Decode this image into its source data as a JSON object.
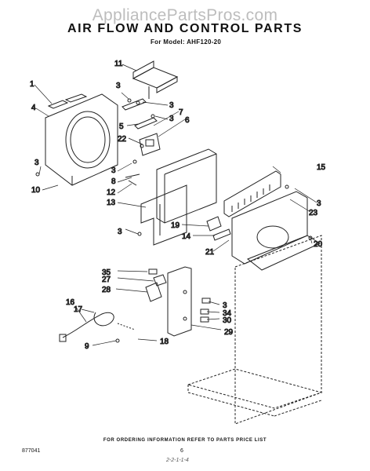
{
  "watermark": "AppliancePartsPros.com",
  "title": "AIR FLOW AND CONTROL PARTS",
  "model": "For Model: AHF120-20",
  "footer_note": "FOR ORDERING INFORMATION REFER TO PARTS PRICE LIST",
  "doc_code": "877041",
  "page_number": "6",
  "handwritten_note": "2-2-1-1-4",
  "callouts": {
    "c1": "1",
    "c3a": "3",
    "c3b": "3",
    "c3c": "3",
    "c3d": "3",
    "c3e": "3",
    "c3f": "3",
    "c3g": "3",
    "c3h": "3",
    "c4": "4",
    "c5": "5",
    "c6": "6",
    "c7": "7",
    "c8": "8",
    "c9": "9",
    "c10": "10",
    "c11": "11",
    "c12": "12",
    "c13": "13",
    "c14": "14",
    "c15": "15",
    "c16": "16",
    "c17": "17",
    "c18": "18",
    "c19": "19",
    "c20": "20",
    "c21": "21",
    "c22": "22",
    "c23": "23",
    "c27": "27",
    "c28": "28",
    "c29": "29",
    "c30": "30",
    "c34": "34",
    "c35": "35"
  }
}
